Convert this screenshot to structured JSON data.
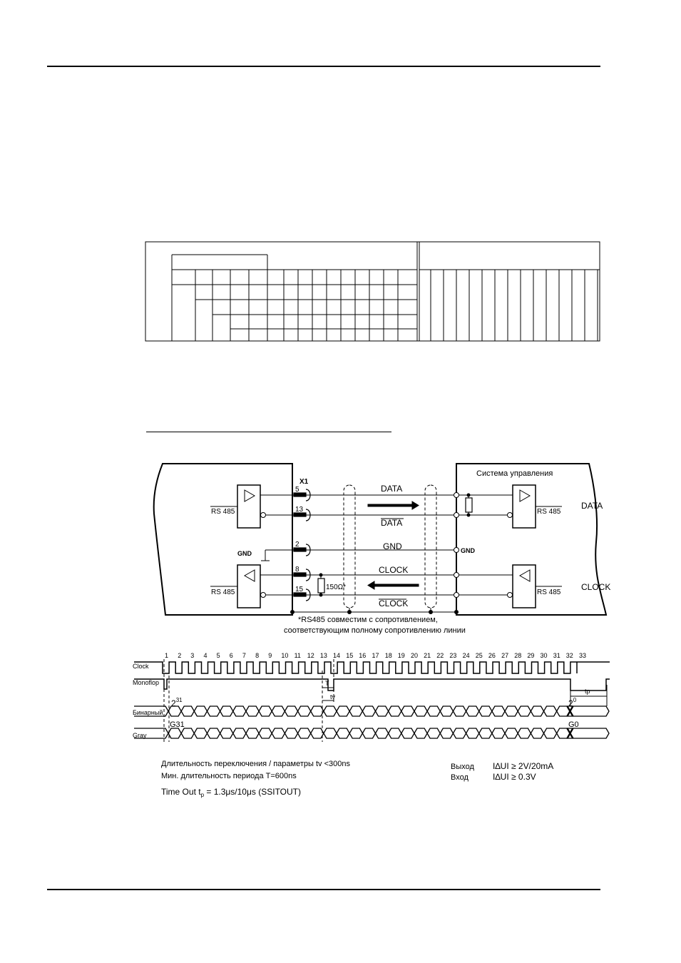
{
  "wiring": {
    "connector": "X1",
    "pins": [
      "5",
      "13",
      "2",
      "8",
      "15"
    ],
    "signals": {
      "data": "DATA",
      "data_bar": "DATA",
      "gnd": "GND",
      "clock": "CLOCK",
      "clock_bar": "CLOCK"
    },
    "rs485_label": "RS 485",
    "gnd_left": "GND",
    "gnd_right": "GND",
    "control_system_title": "Система управления",
    "resistor_label": "150Ω*",
    "right_data_label": "DATA",
    "right_clock_label": "CLOCK",
    "footnote_line1": "*RS485 совместим с сопротивлением,",
    "footnote_line2": "соответствующим полному сопротивлению линии"
  },
  "timing": {
    "row_labels": [
      "Clock",
      "Monoflop",
      "Бинарный",
      "Gray"
    ],
    "pulse_numbers": [
      "1",
      "2",
      "3",
      "4",
      "5",
      "6",
      "7",
      "8",
      "9",
      "10",
      "11",
      "12",
      "13",
      "14",
      "15",
      "16",
      "17",
      "18",
      "19",
      "20",
      "21",
      "22",
      "23",
      "24",
      "25",
      "26",
      "27",
      "28",
      "29",
      "30",
      "31",
      "32",
      "33"
    ],
    "t_label": "T",
    "tv_label": "tv",
    "tp_label": "tp",
    "binary_msb": "2",
    "binary_msb_exp": "31",
    "binary_lsb": "2",
    "binary_lsb_exp": "0",
    "gray_msb": "G31",
    "gray_lsb": "G0"
  },
  "notes": {
    "switching": "Длительность переключения / параметры tv <300ns",
    "min_period": "Мин. длительность периода T=600ns",
    "timeout_prefix": "Time Out t",
    "timeout_sub": "p",
    "timeout_value": " = 1.3μs/10μs (SSITOUT)",
    "output_label": "Выход",
    "output_value": "I∆UI  ≥  2V/20mA",
    "input_label": "Вход",
    "input_value": "I∆UI  ≥  0.3V"
  }
}
